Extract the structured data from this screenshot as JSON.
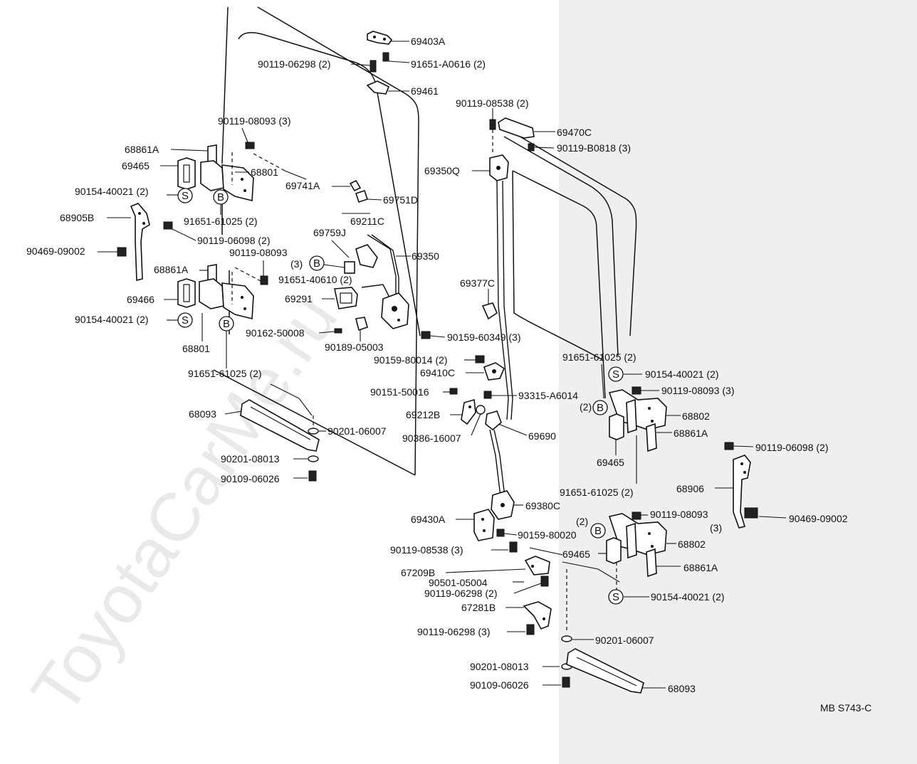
{
  "watermark": "ToyotaCarMe.ru",
  "diagram_code": "MB S743-C",
  "markers": {
    "bolt": "B",
    "screw": "S"
  },
  "labels": {
    "p69403A": "69403A",
    "p90119_06298_top": "90119-06298 (2)",
    "p91651_A0616": "91651-A0616 (2)",
    "p69461": "69461",
    "p90119_08538_top": "90119-08538 (2)",
    "p69470C": "69470C",
    "p90119_B0818": "90119-B0818 (3)",
    "p69350Q": "69350Q",
    "p90119_08093_l1": "90119-08093 (3)",
    "p68861A_l1": "68861A",
    "p69465_l1": "69465",
    "p68801_l1": "68801",
    "p90154_40021_l1": "90154-40021 (2)",
    "p69741A": "69741A",
    "p69751D": "69751D",
    "p68905B": "68905B",
    "p91651_61025_l1": "91651-61025 (2)",
    "p69211C": "69211C",
    "p90119_06098_l": "90119-06098 (2)",
    "p69759J": "69759J",
    "p90469_09002_l": "90469-09002",
    "p90119_08093_l2": "90119-08093",
    "p90119_08093_l2q": "(3)",
    "p69350": "69350",
    "p68861A_l2": "68861A",
    "p91651_40610": "91651-40610 (2)",
    "p69377C": "69377C",
    "p69466": "69466",
    "p69291": "69291",
    "p90154_40021_l2": "90154-40021 (2)",
    "p90162_50008": "90162-50008",
    "p90159_60349": "90159-60349 (3)",
    "p68801_l2": "68801",
    "p90189_05003": "90189-05003",
    "p91651_61025_r1": "91651-61025 (2)",
    "p90159_80014": "90159-80014 (2)",
    "p91651_61025_l2": "91651-61025 (2)",
    "p69410C": "69410C",
    "p90154_40021_r1": "90154-40021 (2)",
    "p90151_50016": "90151-50016",
    "p93315_A6014": "93315-A6014",
    "p90119_08093_r1": "90119-08093 (3)",
    "p_r1_q": "(2)",
    "p68093_l": "68093",
    "p69212B": "69212B",
    "p68802_r1": "68802",
    "p90201_06007_l": "90201-06007",
    "p90386_16007": "90386-16007",
    "p69690": "69690",
    "p68861A_r1": "68861A",
    "p90119_06098_r": "90119-06098 (2)",
    "p90201_08013_l": "90201-08013",
    "p69465_r1": "69465",
    "p90109_06026_l": "90109-06026",
    "p68906": "68906",
    "p91651_61025_r2": "91651-61025 (2)",
    "p69380C": "69380C",
    "p90119_08093_r2": "90119-08093",
    "p90469_09002_r": "90469-09002",
    "p69430A": "69430A",
    "p_r2_q": "(2)",
    "p_r2_q3": "(3)",
    "p90159_80020": "90159-80020",
    "p68802_r2": "68802",
    "p90119_08538_bot": "90119-08538 (3)",
    "p69465_r2": "69465",
    "p67209B": "67209B",
    "p90501_05004": "90501-05004",
    "p68861A_r2": "68861A",
    "p90119_06298_mid": "90119-06298 (2)",
    "p90154_40021_r2": "90154-40021 (2)",
    "p67281B": "67281B",
    "p90119_06298_bot": "90119-06298 (3)",
    "p90201_06007_r": "90201-06007",
    "p90201_08013_r": "90201-08013",
    "p68093_r": "68093",
    "p90109_06026_r": "90109-06026"
  }
}
